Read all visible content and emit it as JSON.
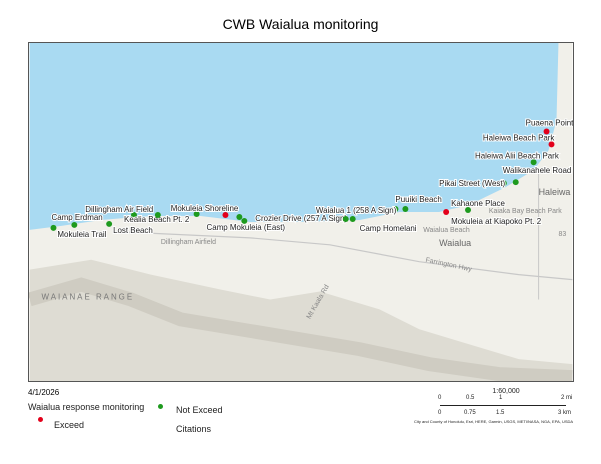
{
  "title": "CWB Waialua monitoring",
  "date": "4/1/2026",
  "legend": {
    "layer": "Waialua response monitoring",
    "exceed": "Exceed",
    "not_exceed": "Not Exceed",
    "citations": "Citations",
    "exceed_color": "#e3001b",
    "not_exceed_color": "#1e9a1e"
  },
  "scale": {
    "ratio": "1:60,000",
    "mi": [
      "0",
      "0.5",
      "1",
      "2 mi"
    ],
    "km": [
      "0",
      "0.75",
      "1.5",
      "3 km"
    ],
    "credits": "City and County of Honolulu, Esri, HERE, Garmin, USGS, METI/NASA, NGA, EPA, USDA"
  },
  "basemap": {
    "range": "WAIANAE RANGE",
    "hwy": "Farrington Hwy",
    "waialua": "Waialua",
    "haleiwa": "Haleiwa",
    "airfield": "Dillingham Airfield",
    "kaiaka": "Kaiaka Bay Beach Park",
    "waialua_beach": "Waialua Beach",
    "road": "Mt Kaala Rd",
    "route": "83"
  },
  "sites": [
    {
      "name": "Camp Erdman",
      "status": "not_exceed"
    },
    {
      "name": "Mokuleia Trail",
      "status": "not_exceed"
    },
    {
      "name": "Lost Beach",
      "status": "not_exceed"
    },
    {
      "name": "Kealia Beach Pt. 2",
      "status": "not_exceed"
    },
    {
      "name": "Dillingham Air Field",
      "status": "not_exceed"
    },
    {
      "name": "Mokuleia Shoreline",
      "status": "not_exceed"
    },
    {
      "name": "Camp Mokuleia (East)",
      "status": "exceed"
    },
    {
      "name": "Crozier Drive (257 A Sign)",
      "status": "not_exceed"
    },
    {
      "name": "Camp Homelani",
      "status": "not_exceed"
    },
    {
      "name": "Waialua 1 (258 A Sign)",
      "status": "not_exceed"
    },
    {
      "name": "Puuiki Beach",
      "status": "not_exceed"
    },
    {
      "name": "Mokuleia at Kiapoko Pt. 2",
      "status": "exceed"
    },
    {
      "name": "Kahaone Place",
      "status": "not_exceed"
    },
    {
      "name": "Pikai Street (West)",
      "status": "not_exceed"
    },
    {
      "name": "Walikanahele Road",
      "status": "not_exceed"
    },
    {
      "name": "Haleiwa Alii Beach Park",
      "status": "not_exceed"
    },
    {
      "name": "Haleiwa Beach Park",
      "status": "exceed"
    },
    {
      "name": "Puaena Point",
      "status": "exceed"
    }
  ]
}
